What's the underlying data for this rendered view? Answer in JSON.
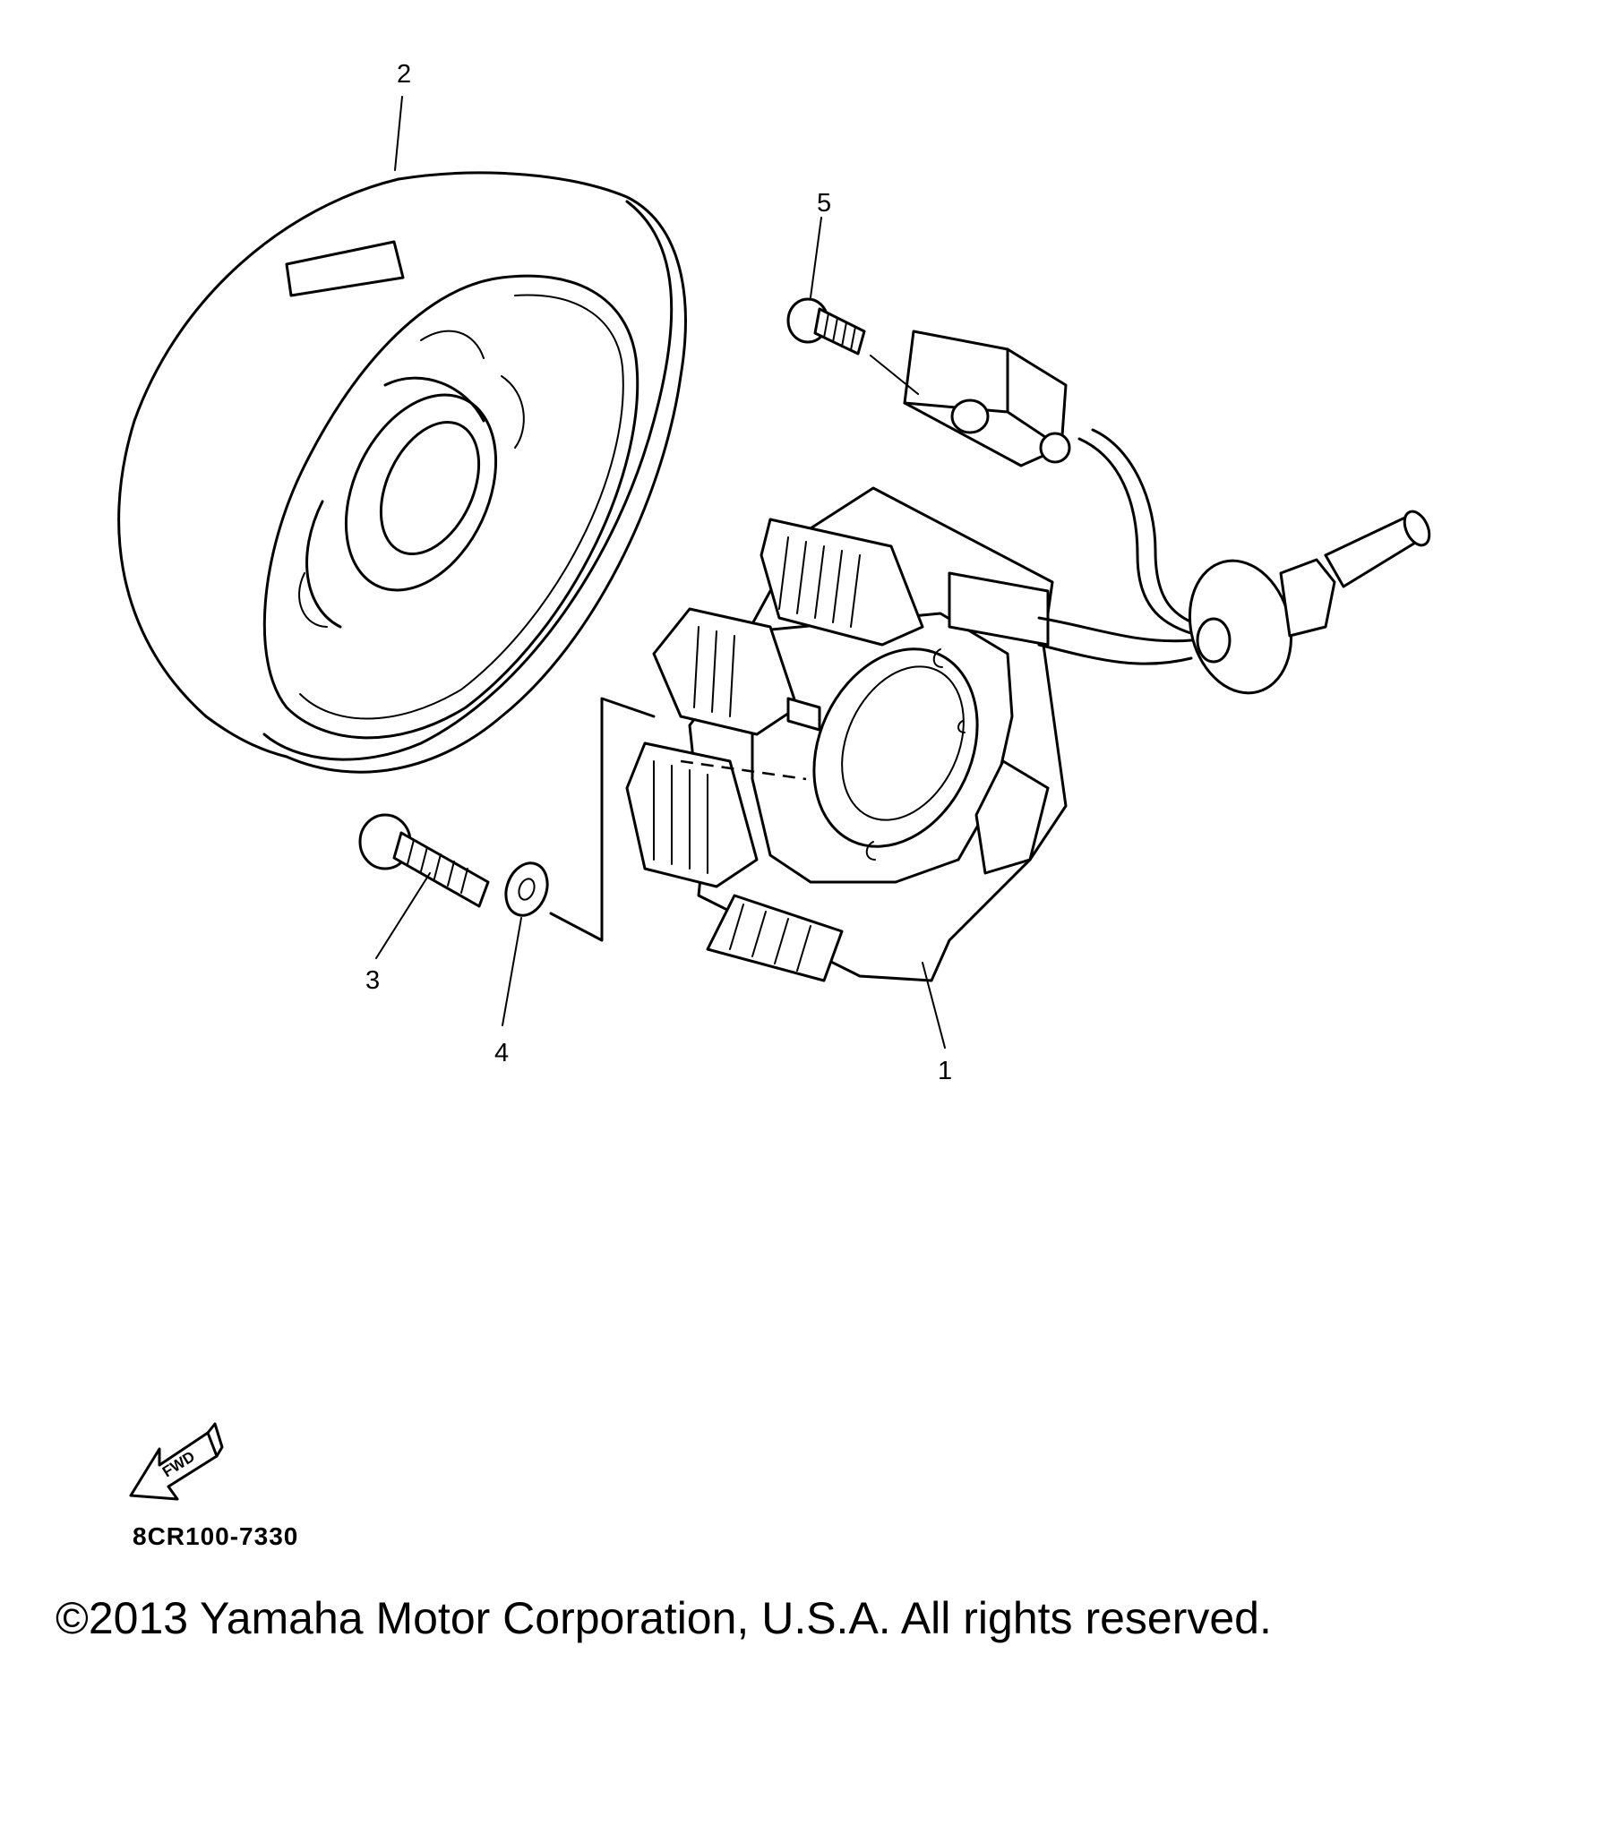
{
  "diagram": {
    "callouts": [
      {
        "id": "1",
        "label": "1",
        "part": "stator-assembly"
      },
      {
        "id": "2",
        "label": "2",
        "part": "rotor-flywheel"
      },
      {
        "id": "3",
        "label": "3",
        "part": "bolt"
      },
      {
        "id": "4",
        "label": "4",
        "part": "washer"
      },
      {
        "id": "5",
        "label": "5",
        "part": "screw"
      }
    ],
    "direction_badge": "FWD",
    "part_code": "8CR100-7330",
    "copyright": "©2013 Yamaha Motor Corporation, U.S.A. All rights reserved."
  }
}
